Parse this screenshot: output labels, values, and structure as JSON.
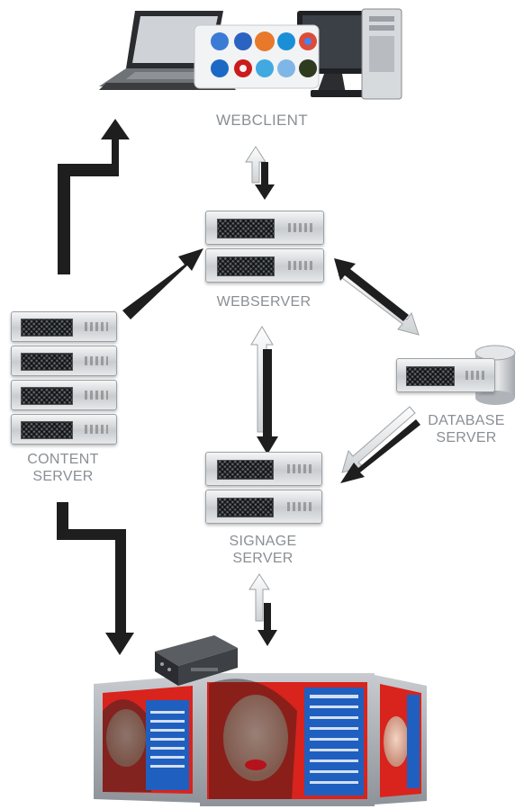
{
  "labels": {
    "webclient": "WEBCLIENT",
    "webserver": "WEBSERVER",
    "content_server": [
      "CONTENT",
      "SERVER"
    ],
    "database_server": [
      "DATABASE",
      "SERVER"
    ],
    "signage_server": [
      "SIGNAGE",
      "SERVER"
    ]
  },
  "colors": {
    "arrow_dark": "#1e1e1e",
    "arrow_light": "#ffffff",
    "label_gray": "#8a8f94",
    "screen_blue": "#1f5fbf",
    "screen_red": "#d9231d"
  },
  "icons": [
    "laptop-icon",
    "desktop-tower-icon",
    "browser-logos-icon",
    "database-cylinder-icon",
    "media-player-icon",
    "signage-display-icon"
  ]
}
